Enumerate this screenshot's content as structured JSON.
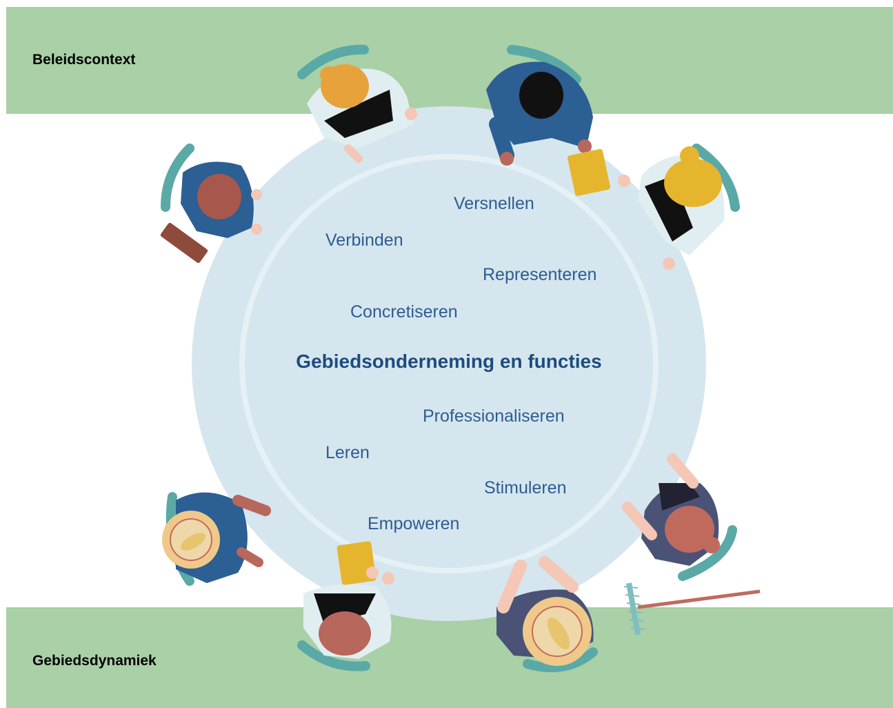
{
  "bands": {
    "top_label": "Beleidscontext",
    "bottom_label": "Gebiedsdynamiek"
  },
  "table": {
    "title": "Gebiedsonderneming en functies",
    "functions": [
      "Versnellen",
      "Verbinden",
      "Representeren",
      "Concretiseren",
      "Professionaliseren",
      "Leren",
      "Stimuleren",
      "Empoweren"
    ]
  },
  "colors": {
    "band": "#a9d0a6",
    "table": "#d5e6ee",
    "table_ring": "#e6f1f6",
    "text": "#2e5c91",
    "title": "#1e4b7e",
    "chair": "#5aa9a6"
  }
}
